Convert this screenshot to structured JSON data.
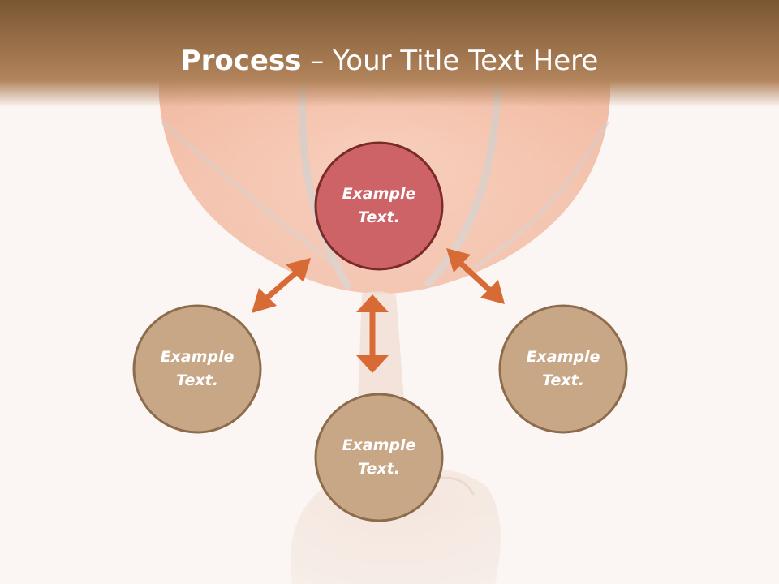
{
  "slide": {
    "title_bold": "Process",
    "title_rest": " – Your Title Text Here"
  },
  "nodes": {
    "top": {
      "label": "Example\nText."
    },
    "left": {
      "label": "Example\nText."
    },
    "bottom": {
      "label": "Example\nText."
    },
    "right": {
      "label": "Example\nText."
    }
  },
  "colors": {
    "header_top": "#7a5632",
    "header_bottom": "#b2845c",
    "background": "#fbf6f3",
    "top_circle_fill": "#cd6366",
    "top_circle_border": "#7a2a28",
    "circle_fill": "#c8a786",
    "circle_border": "#8c6c4c",
    "arrow": "#d86a35"
  }
}
